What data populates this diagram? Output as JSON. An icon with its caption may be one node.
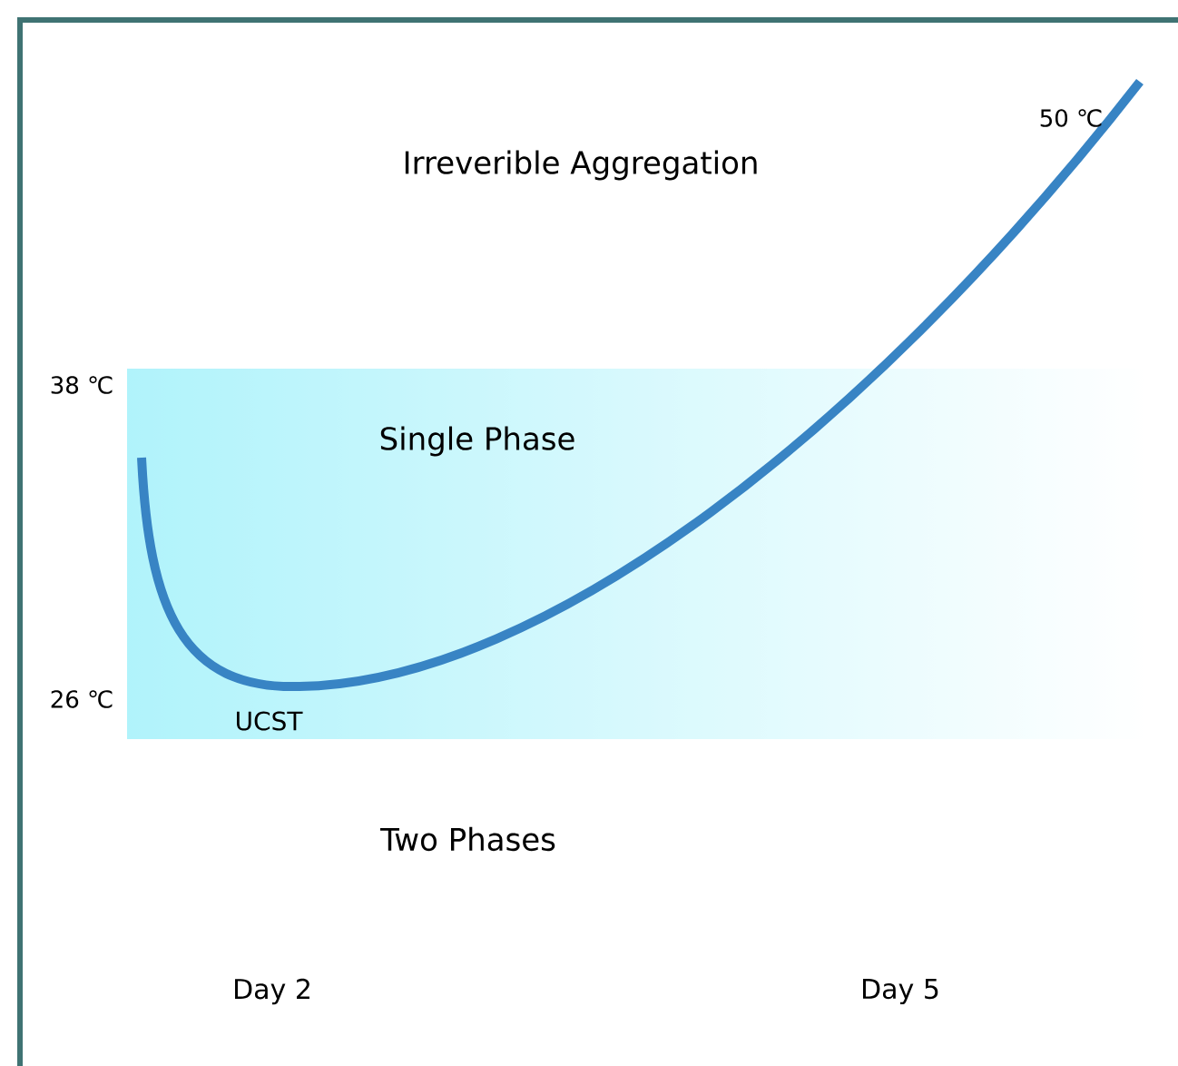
{
  "diagram": {
    "nodes": [
      {
        "text": [
          "Single Phase"
        ]
      }
    ],
    "labels": [
      "50 ℃",
      "Irreverible Aggregation",
      "38 ℃",
      "26 ℃",
      "UCST",
      "Two Phases",
      "Day 2",
      "Day 5"
    ]
  }
}
